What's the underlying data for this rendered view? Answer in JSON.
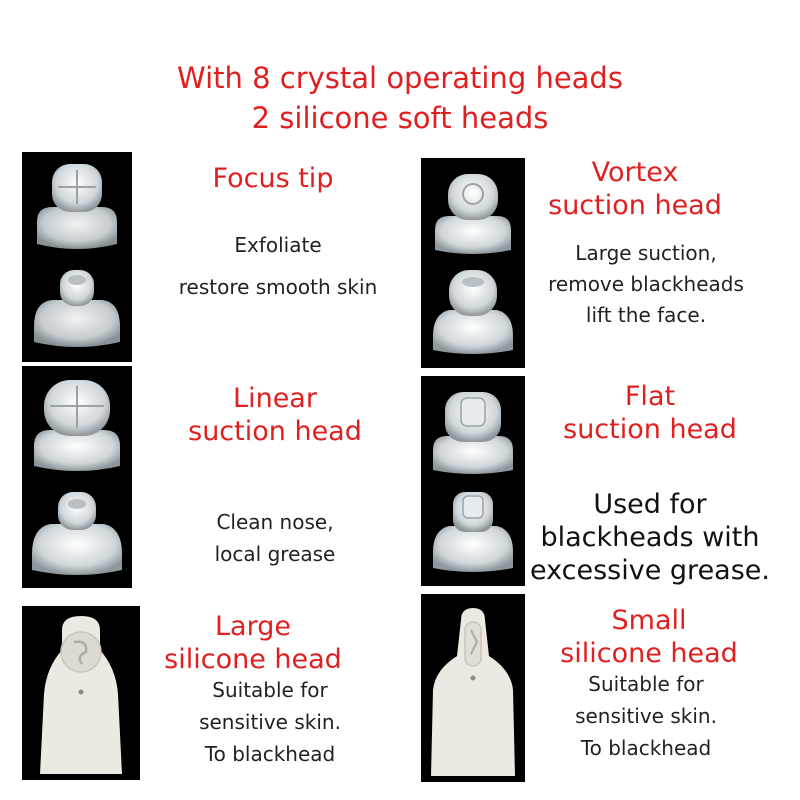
{
  "header": {
    "line1": "With 8 crystal operating heads",
    "line2": "2 silicone soft heads"
  },
  "items": [
    {
      "title": [
        "Focus tip"
      ],
      "desc": [
        "Exfoliate",
        "restore smooth skin"
      ],
      "icon": "crystal-head-focus-tip-icon"
    },
    {
      "title": [
        "Vortex",
        "suction head"
      ],
      "desc": [
        "Large suction,",
        "remove blackheads",
        "lift the face."
      ],
      "icon": "crystal-head-vortex-icon"
    },
    {
      "title": [
        "Linear",
        "suction head"
      ],
      "desc": [
        "Clean nose,",
        "local grease"
      ],
      "icon": "crystal-head-linear-icon"
    },
    {
      "title": [
        "Flat",
        "suction head"
      ],
      "desc": [
        "Used for",
        "blackheads with",
        "excessive grease."
      ],
      "icon": "crystal-head-flat-icon"
    },
    {
      "title": [
        "Large",
        "silicone head"
      ],
      "desc": [
        "Suitable for",
        "sensitive skin.",
        "To blackhead"
      ],
      "icon": "silicone-head-large-icon"
    },
    {
      "title": [
        "Small",
        "silicone head"
      ],
      "desc": [
        "Suitable for",
        "sensitive skin.",
        "To blackhead"
      ],
      "icon": "silicone-head-small-icon"
    }
  ],
  "colors": {
    "accent_red": "#e02020",
    "panel_bg": "#000000",
    "silicone": "#ece8e2"
  }
}
